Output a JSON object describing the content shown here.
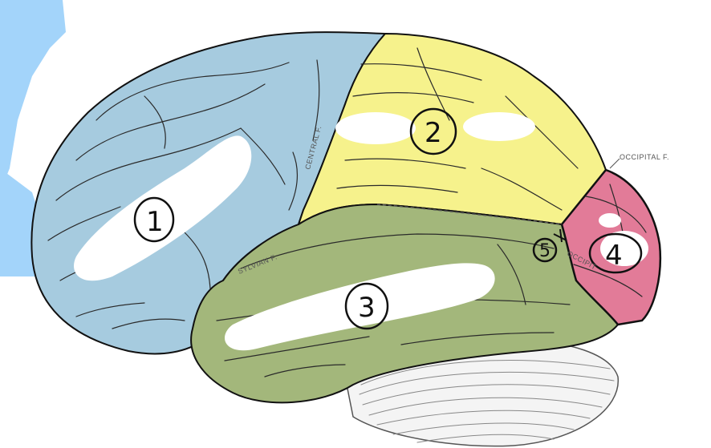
{
  "diagram": {
    "labels": {
      "central": "CENTRAL F.",
      "sylvian": "SYLVIAN F.",
      "occipital": "OCCIPITAL F.",
      "occipital_partial": "OCCIPIT"
    },
    "markers": [
      {
        "id": "1",
        "text": "1"
      },
      {
        "id": "2",
        "text": "2"
      },
      {
        "id": "3",
        "text": "3"
      },
      {
        "id": "4",
        "text": "4"
      },
      {
        "id": "5",
        "text": "5"
      }
    ],
    "colors": {
      "frontal": "#a6cbdf",
      "parietal": "#f6f28c",
      "temporal": "#a3b77b",
      "occipital": "#e27b98",
      "cerebellum": "#f3f3f3",
      "background_blue": "#a3d4fa"
    }
  }
}
